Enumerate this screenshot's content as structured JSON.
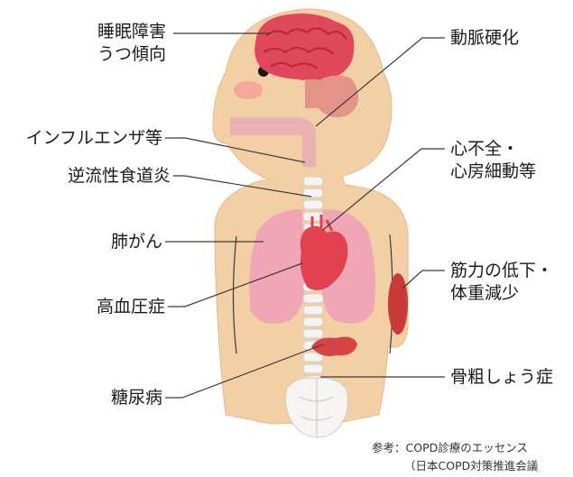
{
  "colors": {
    "skin": "#f3cfa6",
    "skin_shadow": "#e7b98d",
    "brain": "#e0475a",
    "brain_fold": "#b8283a",
    "cerebellum": "#e39388",
    "airway": "#eab0b3",
    "lung": "#f0a6b4",
    "heart": "#e2414f",
    "muscle": "#c93a3a",
    "pancreas": "#d64545",
    "bone": "#f6f4f2",
    "eye": "#1a1a1a",
    "cheek": "#f4a79a",
    "leader_line": "#3a3a3a"
  },
  "labels_left": [
    {
      "id": "sleep",
      "lines": [
        "睡眠障害",
        "うつ傾向"
      ]
    },
    {
      "id": "influenza",
      "lines": [
        "インフルエンザ等"
      ]
    },
    {
      "id": "reflux",
      "lines": [
        "逆流性食道炎"
      ]
    },
    {
      "id": "lung_cancer",
      "lines": [
        "肺がん"
      ]
    },
    {
      "id": "hypertension",
      "lines": [
        "高血圧症"
      ]
    },
    {
      "id": "diabetes",
      "lines": [
        "糖尿病"
      ]
    }
  ],
  "labels_right": [
    {
      "id": "arteriosclerosis",
      "lines": [
        "動脈硬化"
      ]
    },
    {
      "id": "heart_failure",
      "lines": [
        "心不全・",
        "心房細動等"
      ]
    },
    {
      "id": "muscle_weight",
      "lines": [
        "筋力の低下・",
        "体重減少"
      ]
    },
    {
      "id": "osteoporosis",
      "lines": [
        "骨粗しょう症"
      ]
    }
  ],
  "source": {
    "line1": "参考：COPD診療のエッセンス",
    "line2": "（日本COPD対策推進会議"
  }
}
